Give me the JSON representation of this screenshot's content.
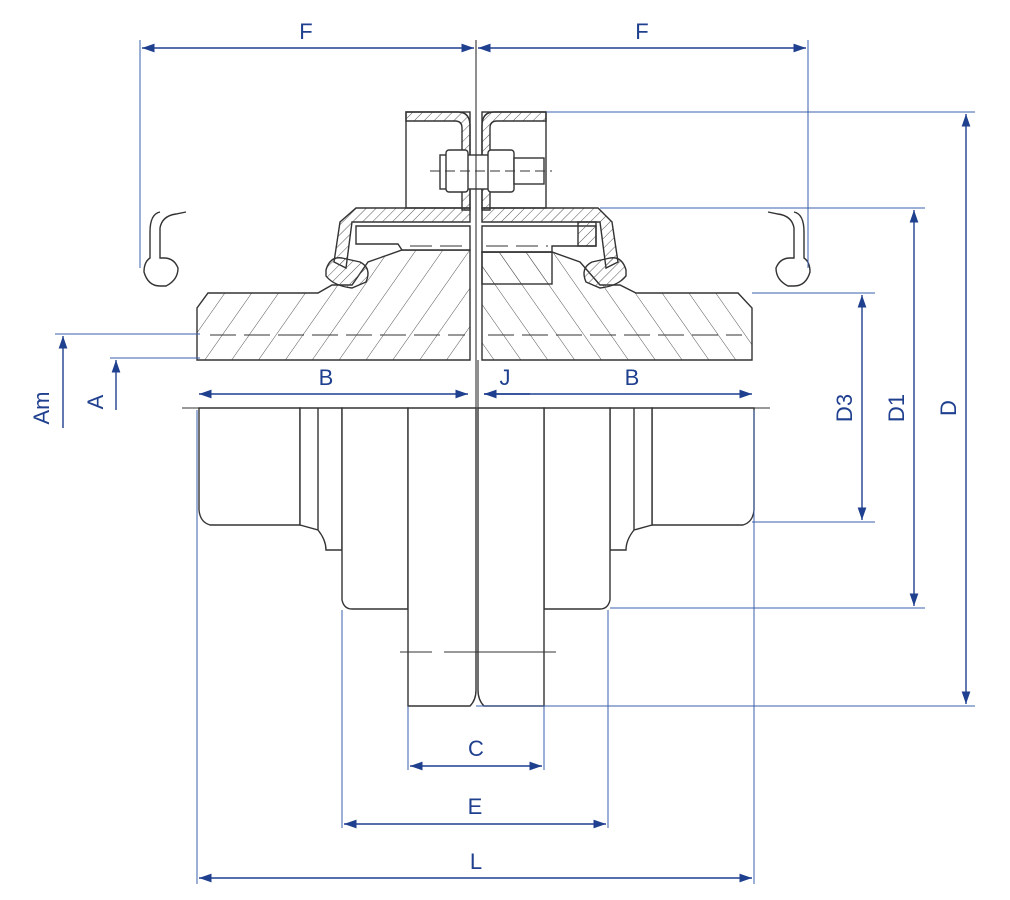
{
  "labels": {
    "F_left": "F",
    "F_right": "F",
    "B_left": "B",
    "J": "J",
    "B_right": "B",
    "Am": "Am",
    "A": "A",
    "D3": "D3",
    "D1": "D1",
    "D": "D",
    "C": "C",
    "E": "E",
    "L": "L"
  },
  "colors": {
    "outline": "#333333",
    "hatch": "#555555",
    "dimension": "#1f3f8f",
    "leader": "#3a5fa8"
  }
}
